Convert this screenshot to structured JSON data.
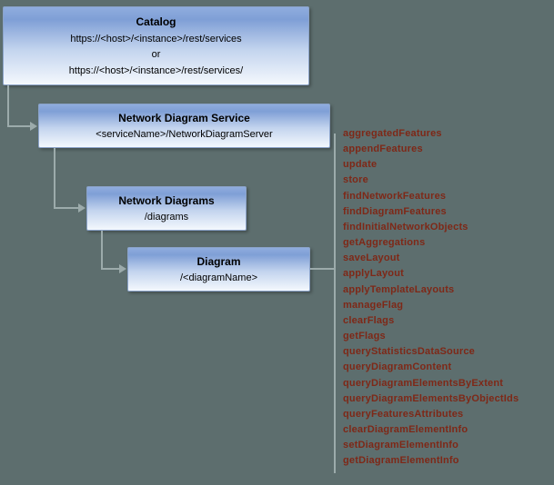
{
  "boxes": {
    "catalog": {
      "title": "Catalog",
      "url_primary": "https://<host>/<instance>/rest/services",
      "or_label": "or",
      "url_alternate": "https://<host>/<instance>/rest/services/"
    },
    "network_diagram_service": {
      "title": "Network Diagram Service",
      "path": "<serviceName>/NetworkDiagramServer"
    },
    "network_diagrams": {
      "title": "Network Diagrams",
      "path": "/diagrams"
    },
    "diagram": {
      "title": "Diagram",
      "path": "/<diagramName>"
    }
  },
  "operations": {
    "items": [
      "aggregatedFeatures",
      "appendFeatures",
      "update",
      "store",
      "findNetworkFeatures",
      "findDiagramFeatures",
      "findInitialNetworkObjects",
      "getAggregations",
      "saveLayout",
      "applyLayout",
      "applyTemplateLayouts",
      "manageFlag",
      "clearFlags",
      "getFlags",
      "queryStatisticsDataSource",
      "queryDiagramContent",
      "queryDiagramElementsByExtent",
      "queryDiagramElementsByObjectIds",
      "queryFeaturesAttributes",
      "clearDiagramElementInfo",
      "setDiagramElementInfo",
      "getDiagramElementInfo"
    ]
  },
  "colors": {
    "background": "#5d6e6e",
    "connector": "#9cabab",
    "box_gradient_top": "#7f9fd6",
    "box_gradient_bottom": "#f4f8fd",
    "operation_text": "#7e2817",
    "box_text": "#000000"
  }
}
